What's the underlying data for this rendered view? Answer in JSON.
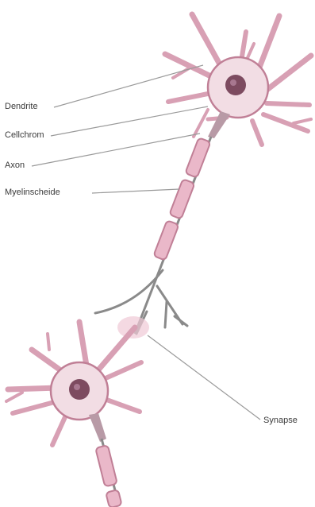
{
  "labels": [
    "Dendrite",
    "Cellchrom",
    "Axon",
    "Myelinscheide",
    "Synapse"
  ],
  "colors": {
    "cell_fill": "#e8b8c8",
    "cell_stroke": "#c07f96",
    "body_fill": "#f2dde4",
    "nucleus_fill": "#7d4b60",
    "myelin_fill": "#eab8c9",
    "axon_stroke": "#8a8a8a",
    "leader_line": "#9a9a9a",
    "label_text": "#3a3a3a"
  }
}
